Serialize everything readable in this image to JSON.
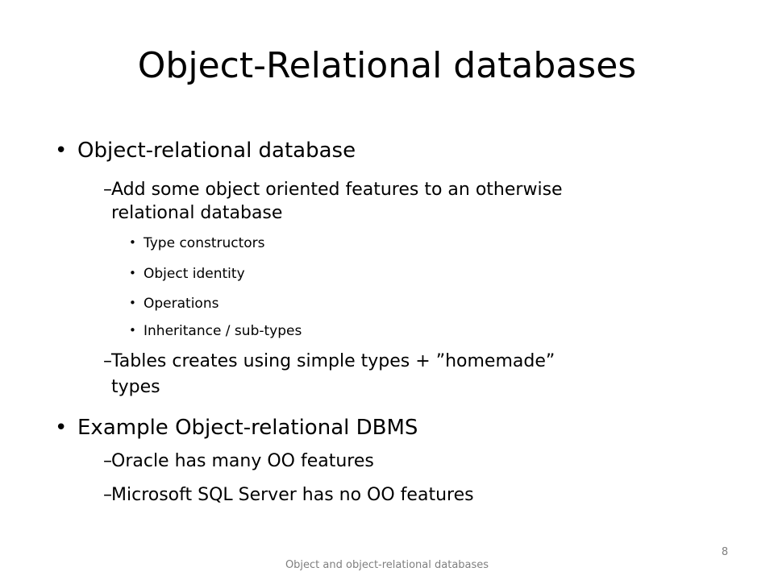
{
  "slide": {
    "title": "Object-Relational databases",
    "bullets": [
      {
        "text": "Object-relational database",
        "bullet": "•",
        "children": [
          {
            "text_lines": [
              "Add some object oriented features to an otherwise",
              "relational database"
            ],
            "bullet": "–",
            "children": [
              {
                "text": "Type constructors",
                "bullet": "•"
              },
              {
                "text": "Object identity",
                "bullet": "•"
              },
              {
                "text": "Operations",
                "bullet": "•"
              },
              {
                "text": "Inheritance / sub-types",
                "bullet": "•"
              }
            ]
          },
          {
            "text_lines": [
              "Tables creates using simple types + ”homemade”",
              "types"
            ],
            "bullet": "–"
          }
        ]
      },
      {
        "text": "Example Object-relational DBMS",
        "bullet": "•",
        "children": [
          {
            "text": "Oracle has many OO features",
            "bullet": "–"
          },
          {
            "text": "Microsoft SQL Server has no OO features",
            "bullet": "–"
          }
        ]
      }
    ]
  },
  "footer": {
    "text": "Object and object-relational databases",
    "page_number": "8"
  }
}
